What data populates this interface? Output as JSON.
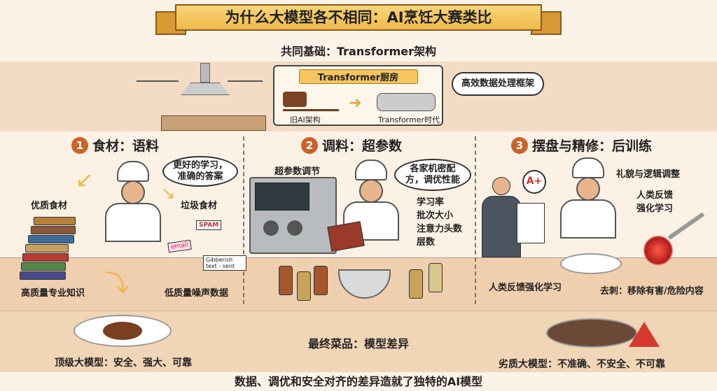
{
  "title": "为什么大模型各不相同：AI烹饪大赛类比",
  "subtitle": "共同基础：Transformer架构",
  "transformer": {
    "header": "Transformer厨房",
    "old": "旧AI架构",
    "new": "Transformer时代",
    "bubble": "高效数据处理框架"
  },
  "sections": [
    {
      "num": "1",
      "title": "食材：语料",
      "bubble": "更好的学习，准确的答案",
      "good": "优质食材",
      "bad": "垃圾食材",
      "good_caption": "高质量专业知识",
      "bad_caption": "低质量噪声数据",
      "props": [
        "SPAM",
        "email",
        "Gibberish text - sent"
      ]
    },
    {
      "num": "2",
      "title": "调料：超参数",
      "panel": "超参数调节",
      "bubble": "各家机密配方，调优性能",
      "params": [
        "学习率",
        "批次大小",
        "注意力头数",
        "层数"
      ]
    },
    {
      "num": "3",
      "title": "摆盘与精修：后训练",
      "grade": "A+",
      "polish": "礼貌与逻辑调整",
      "rlhf_top": "人类反馈强化学习",
      "rlhf": "人类反馈强化学习",
      "remove": "去刺：移除有害/危险内容"
    }
  ],
  "final": {
    "title": "最终菜品：模型差异",
    "good": "顶级大模型：安全、强大、可靠",
    "bad": "劣质大模型：不准确、不安全、不可靠"
  },
  "footer": "数据、调优和安全对齐的差异造就了独特的AI模型",
  "colors": {
    "accent": "#c9632c",
    "banner": "#f5c55e",
    "arrow": "#f0b444"
  }
}
